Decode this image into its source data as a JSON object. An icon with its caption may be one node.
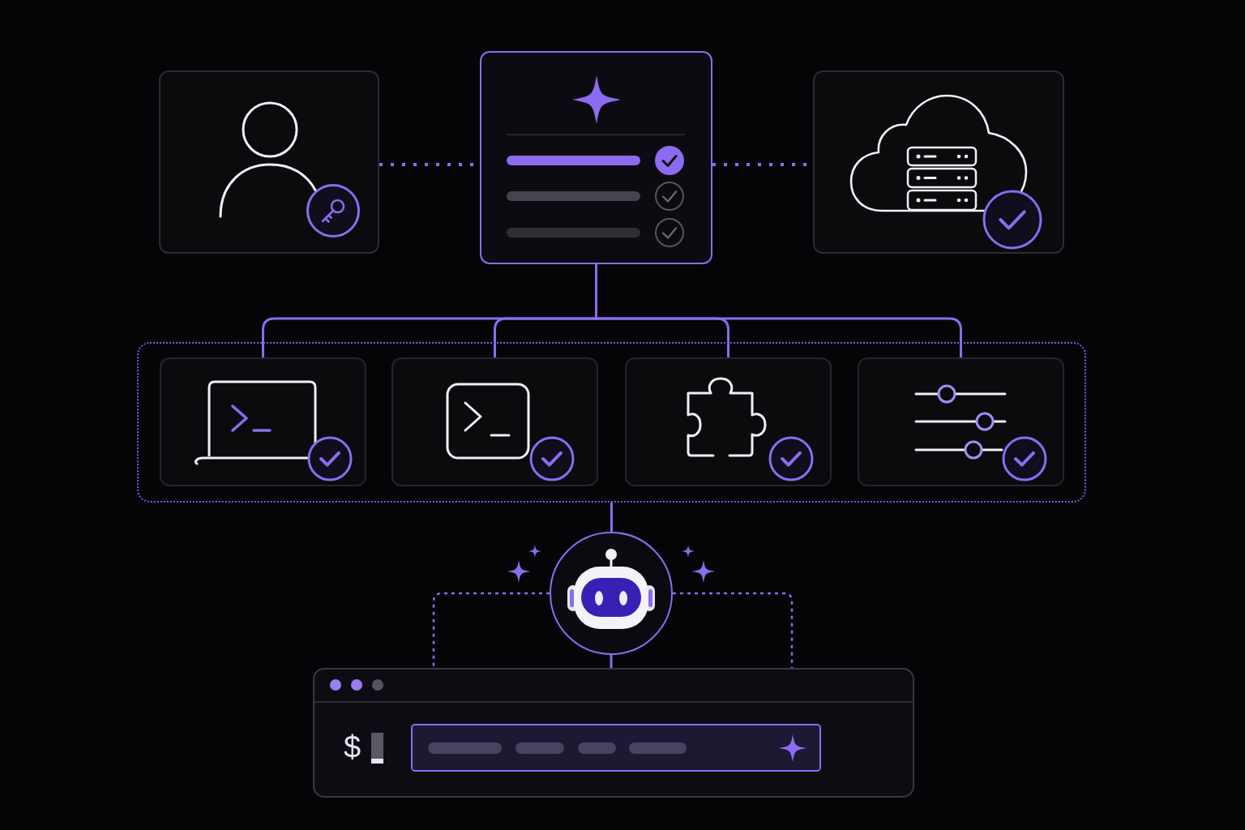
{
  "diagram": {
    "nodes": [
      {
        "text": [],
        "shape": "box"
      },
      {
        "text": [],
        "shape": "box"
      },
      {
        "text": [],
        "shape": "box"
      },
      {
        "text": [],
        "shape": "box"
      },
      {
        "text": [],
        "shape": "box",
        "in": 3
      },
      {
        "text": [],
        "shape": "box",
        "in": 3
      },
      {
        "text": [],
        "shape": "box",
        "in": 3
      },
      {
        "text": [],
        "shape": "box",
        "in": 3
      },
      {
        "text": [],
        "shape": "circle"
      },
      {
        "text": [
          "$"
        ]
      }
    ],
    "edges": [
      {
        "from": 0,
        "to": 1,
        "arrow": "none",
        "style": "dashed"
      },
      {
        "from": 1,
        "to": 2,
        "arrow": "none",
        "style": "dashed"
      },
      {
        "from": 1,
        "to": 4,
        "arrow": "none"
      },
      {
        "from": 1,
        "to": 5,
        "arrow": "none"
      },
      {
        "from": 1,
        "to": 6,
        "arrow": "none"
      },
      {
        "from": 1,
        "to": 7,
        "arrow": "none"
      },
      {
        "from": 3,
        "to": 8,
        "arrow": "none"
      },
      {
        "from": 8,
        "to": 9,
        "arrow": "none"
      },
      {
        "from": 8,
        "to": 9,
        "arrow": "none",
        "style": "dashed"
      },
      {
        "from": 8,
        "to": 9,
        "arrow": "none",
        "style": "dashed"
      }
    ]
  }
}
